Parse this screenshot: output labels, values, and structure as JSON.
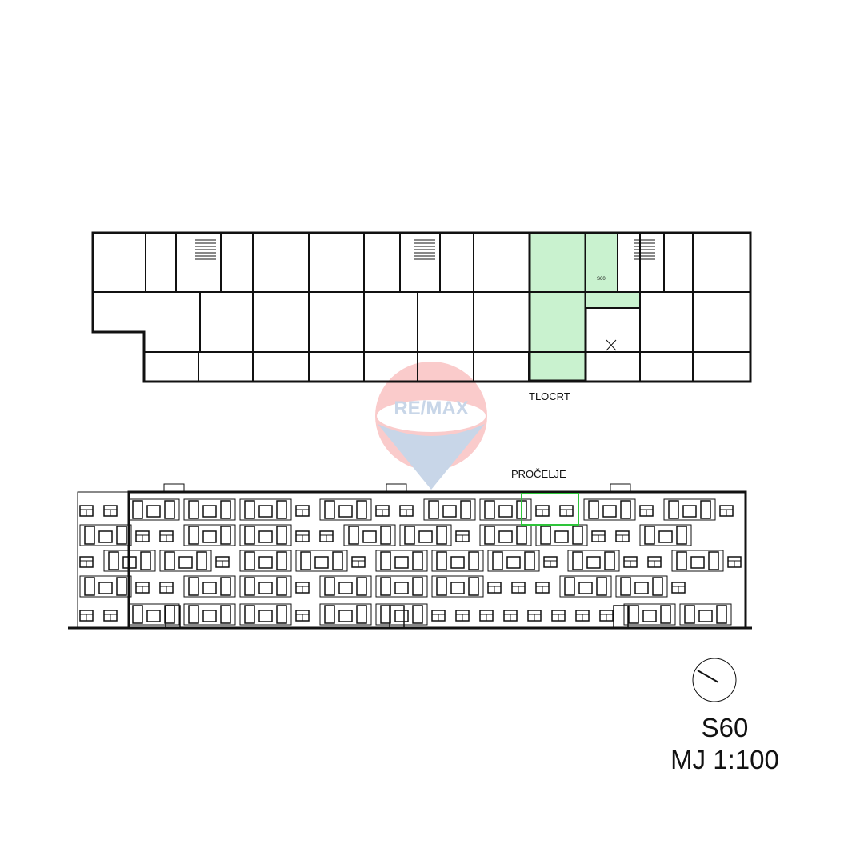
{
  "plan": {
    "label": "TLOCRT",
    "unit_label": "S60",
    "highlight_color": "#c9f2cf"
  },
  "elevation": {
    "label": "PROČELJE",
    "highlight_color": "#2ec43a"
  },
  "watermark": {
    "text": "RE/MAX"
  },
  "sheet": {
    "unit": "S60",
    "scale": "MJ 1:100"
  },
  "compass": {
    "icon": "north-arrow-icon"
  }
}
